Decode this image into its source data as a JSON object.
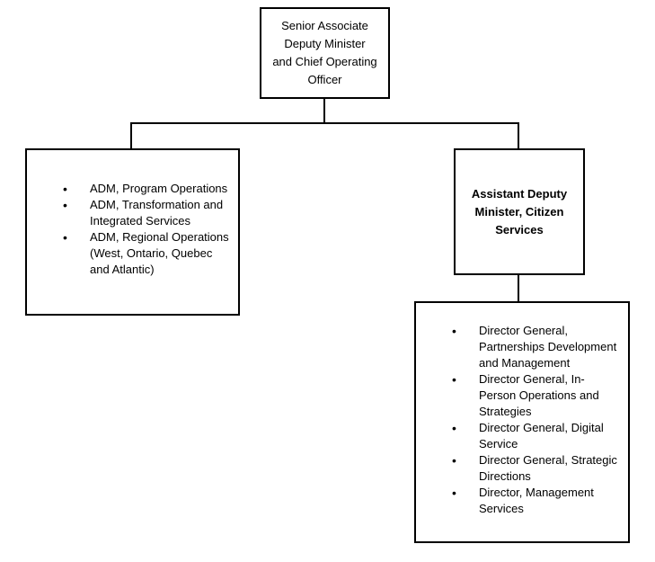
{
  "top_box": {
    "lines": [
      "Senior Associate",
      "Deputy Minister",
      "and Chief Operating",
      "Officer"
    ]
  },
  "left_box": {
    "items": [
      [
        "ADM, Program Operations"
      ],
      [
        "ADM, Transformation and",
        "Integrated Services"
      ],
      [
        "ADM, Regional Operations",
        "(West, Ontario, Quebec",
        "and Atlantic)"
      ]
    ]
  },
  "right_box": {
    "lines": [
      "Assistant Deputy",
      "Minister, Citizen",
      "Services"
    ]
  },
  "bottom_box": {
    "items": [
      [
        "Director General,",
        "Partnerships Development",
        "and Management"
      ],
      [
        "Director General, In-",
        "Person Operations and",
        "Strategies"
      ],
      [
        "Director General, Digital",
        "Service"
      ],
      [
        "Director General, Strategic",
        "Directions"
      ],
      [
        "Director, Management",
        "Services"
      ]
    ]
  }
}
